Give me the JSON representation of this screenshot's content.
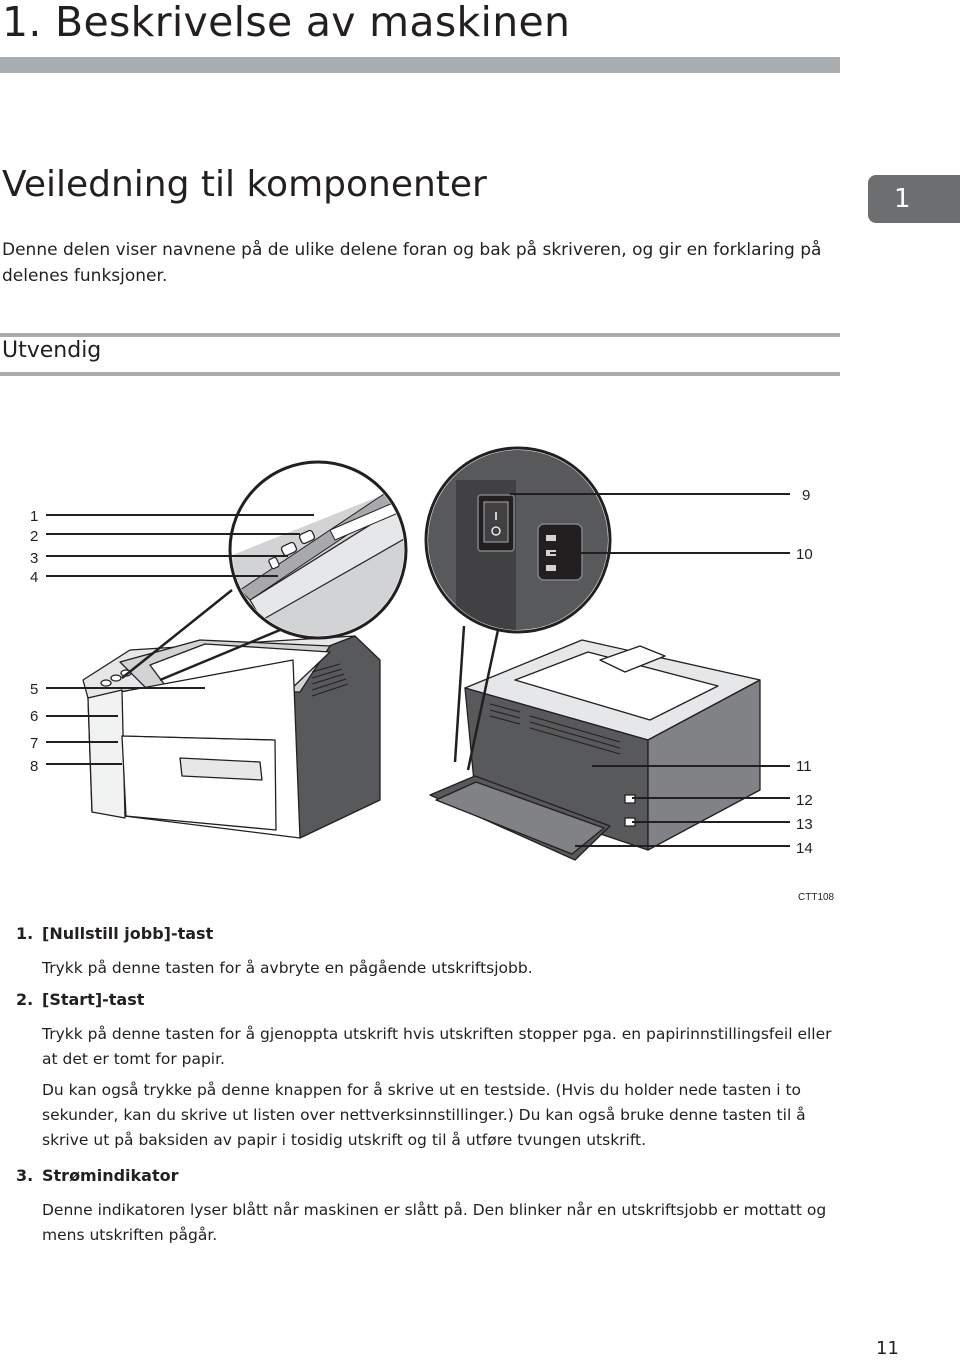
{
  "chapter": {
    "title": "1. Beskrivelse av maskinen",
    "tab_number": "1"
  },
  "section": {
    "title": "Veiledning til komponenter",
    "intro": "Denne delen viser navnene på de ulike delene foran og bak på skriveren, og gir en forklaring på delenes funksjoner."
  },
  "subsection": {
    "title": "Utvendig"
  },
  "figure": {
    "code": "CTT108",
    "callouts": [
      "1",
      "2",
      "3",
      "4",
      "5",
      "6",
      "7",
      "8",
      "9",
      "10",
      "11",
      "12",
      "13",
      "14"
    ],
    "colors": {
      "body_dark": "#58595b",
      "body_mid": "#808285",
      "panel_light": "#e6e7e8",
      "outline": "#231f20"
    }
  },
  "items": [
    {
      "number": "1.",
      "title": "[Nullstill jobb]-tast",
      "paragraphs": [
        "Trykk på denne tasten for å avbryte en pågående utskriftsjobb."
      ]
    },
    {
      "number": "2.",
      "title": "[Start]-tast",
      "paragraphs": [
        "Trykk på denne tasten for å gjenoppta utskrift hvis utskriften stopper pga. en papirinnstillingsfeil eller at det er tomt for papir.",
        "Du kan også trykke på denne knappen for å skrive ut en testside. (Hvis du holder nede tasten i to sekunder, kan du skrive ut listen over nettverksinnstillinger.) Du kan også bruke denne tasten til å skrive ut på baksiden av papir i tosidig utskrift og til å utføre tvungen utskrift."
      ]
    },
    {
      "number": "3.",
      "title": "Strømindikator",
      "paragraphs": [
        "Denne indikatoren lyser blått når maskinen er slått på. Den blinker når en utskriftsjobb er mottatt og mens utskriften pågår."
      ]
    }
  ],
  "page_number": "11"
}
